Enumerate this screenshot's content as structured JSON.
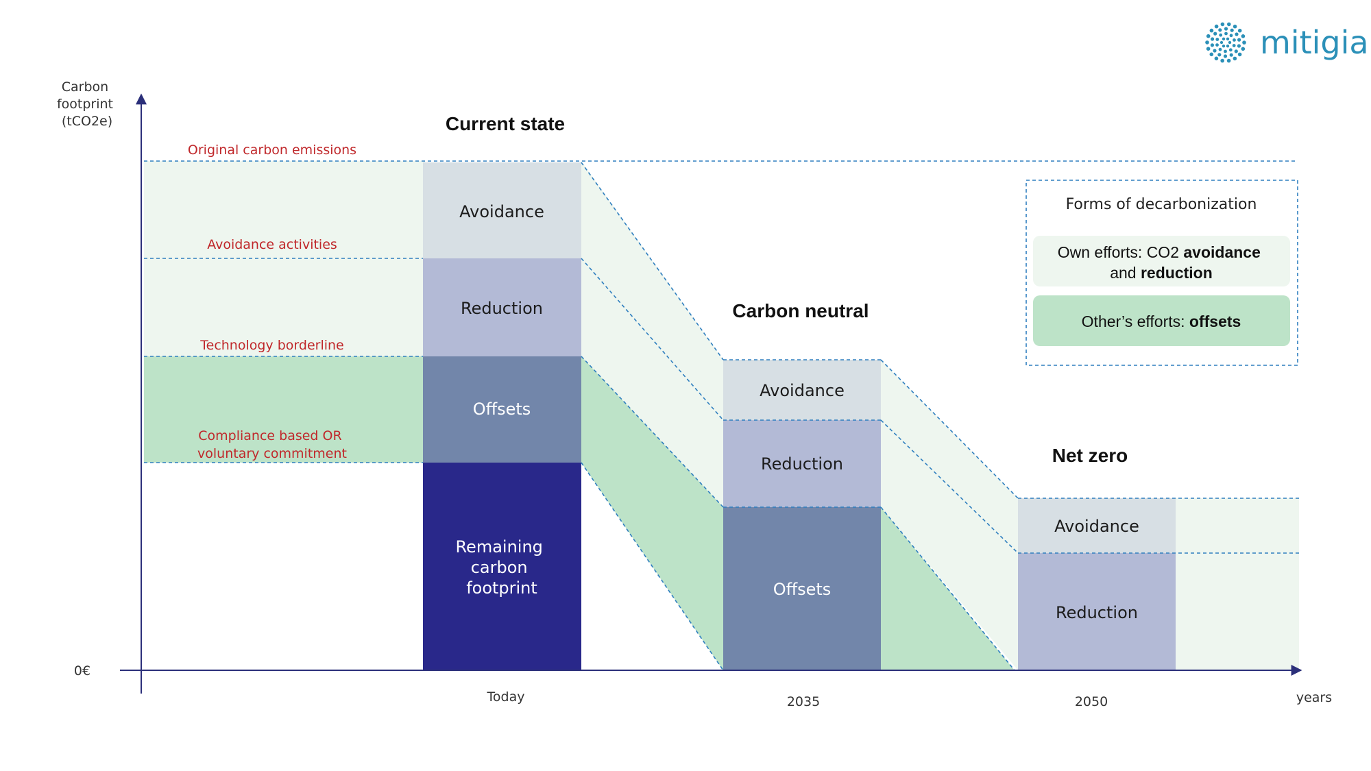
{
  "logo": {
    "text": "mitigia",
    "icon": "dotted-circle-logo-icon"
  },
  "y_axis": {
    "label_lines": [
      "Carbon",
      "footprint",
      "(tCO2e)"
    ],
    "zero_label": "0€"
  },
  "x_axis": {
    "end_label": "years"
  },
  "levels": {
    "original": "Original carbon emissions",
    "avoidance": "Avoidance activities",
    "technology": "Technology borderline",
    "compliance_lines": [
      "Compliance based OR",
      "voluntary commitment"
    ]
  },
  "stages": [
    {
      "title": "Current state",
      "x_label": "Today",
      "segments": [
        {
          "label_lines": [
            "Avoidance"
          ],
          "color": "#d7dfe4"
        },
        {
          "label_lines": [
            "Reduction"
          ],
          "color": "#b3bad6"
        },
        {
          "label_lines": [
            "Offsets"
          ],
          "color": "#7286aa"
        },
        {
          "label_lines": [
            "Remaining",
            "carbon",
            "footprint"
          ],
          "color": "#29288a"
        }
      ]
    },
    {
      "title": "Carbon neutral",
      "x_label": "2035",
      "segments": [
        {
          "label_lines": [
            "Avoidance"
          ],
          "color": "#d7dfe4"
        },
        {
          "label_lines": [
            "Reduction"
          ],
          "color": "#b3bad6"
        },
        {
          "label_lines": [
            "Offsets"
          ],
          "color": "#7286aa"
        }
      ]
    },
    {
      "title": "Net zero",
      "x_label": "2050",
      "segments": [
        {
          "label_lines": [
            "Avoidance"
          ],
          "color": "#d7dfe4"
        },
        {
          "label_lines": [
            "Reduction"
          ],
          "color": "#b3bad6"
        }
      ]
    }
  ],
  "legend": {
    "title": "Forms of decarbonization",
    "own": {
      "line1_plain": "Own efforts: CO2 ",
      "line1_bold": "avoidance",
      "line2_plain": "and ",
      "line2_bold": "reduction",
      "color": "#eef6ef"
    },
    "others": {
      "plain": "Other’s efforts: ",
      "bold": "offsets",
      "color": "#bde3c8"
    }
  },
  "colors": {
    "axis": "#2b2f7a",
    "dashed": "#2f7fbf",
    "own_band": "#eef6ef",
    "offset_band": "#bde3c8",
    "level_label": "#c0282b",
    "brand": "#2b90b8"
  }
}
